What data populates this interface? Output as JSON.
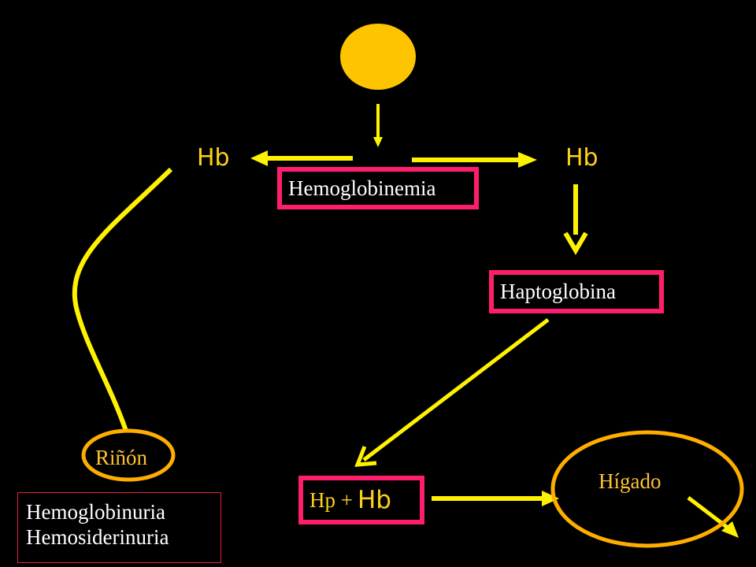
{
  "hb_left": "Hb",
  "hb_right": "Hb",
  "hemoglobinemia": "Hemoglobinemia",
  "haptoglobina": "Haptoglobina",
  "hp_prefix": "Hp +",
  "hp_hb": "Hb",
  "rinon": "Riñón",
  "higado": "Hígado",
  "hemoglobinuria": "Hemoglobinuria",
  "hemosiderinuria": "Hemosiderinuria",
  "colors": {
    "arrow": "#FFF200",
    "cell": "#FFC400",
    "box_border": "#FF1E6E",
    "organ_outline": "#FFAE00",
    "background": "#000000"
  }
}
